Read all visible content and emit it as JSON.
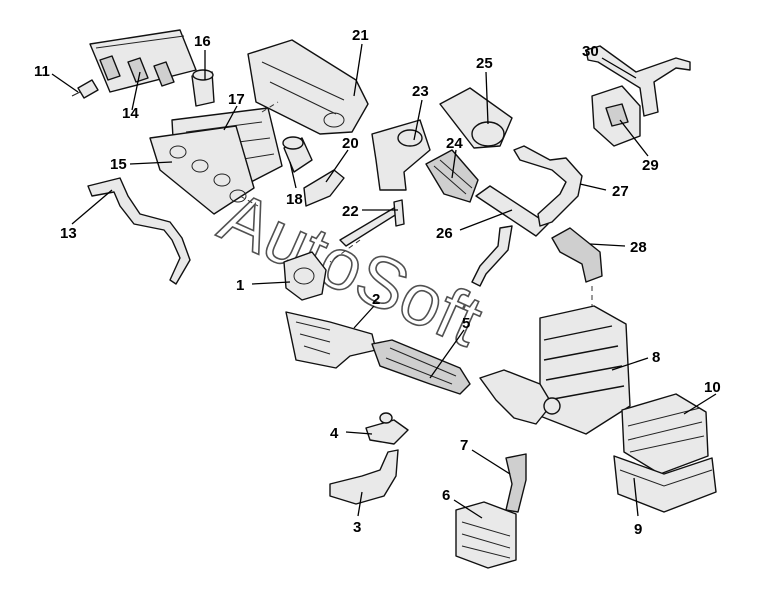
{
  "callouts": {
    "c1": "1",
    "c2": "2",
    "c3": "3",
    "c4": "4",
    "c5": "5",
    "c6": "6",
    "c7": "7",
    "c8": "8",
    "c9": "9",
    "c10": "10",
    "c11": "11",
    "c13": "13",
    "c14": "14",
    "c15": "15",
    "c16": "16",
    "c17": "17",
    "c18": "18",
    "c20": "20",
    "c21": "21",
    "c22": "22",
    "c23": "23",
    "c24": "24",
    "c25": "25",
    "c26": "26",
    "c27": "27",
    "c28": "28",
    "c29": "29",
    "c30": "30"
  },
  "watermark": "AutoSoft"
}
